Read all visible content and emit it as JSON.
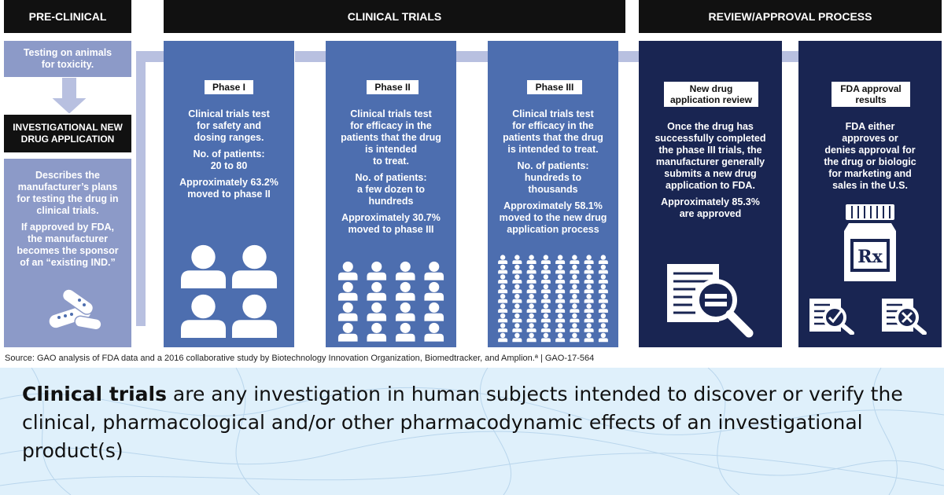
{
  "headers": {
    "preclinical": "PRE-CLINICAL",
    "clinical": "CLINICAL TRIALS",
    "review": "REVIEW/APPROVAL PROCESS"
  },
  "preclinical": {
    "testing": [
      "Testing on animals",
      "for toxicity."
    ],
    "ind_title": [
      "INVESTIGATIONAL NEW",
      "DRUG APPLICATION"
    ],
    "describes": [
      "Describes the",
      "manufacturer’s plans",
      "for testing the drug in",
      "clinical trials."
    ],
    "approved": [
      "If approved by FDA,",
      "the manufacturer",
      "becomes the sponsor",
      "of an “existing IND.”"
    ]
  },
  "phase1": {
    "title": "Phase I",
    "desc": [
      "Clinical trials test",
      "for safety and",
      "dosing ranges."
    ],
    "patients": [
      "No. of patients:",
      "20 to 80"
    ],
    "moved": [
      "Approximately 63.2%",
      "moved to phase II"
    ]
  },
  "phase2": {
    "title": "Phase II",
    "desc": [
      "Clinical trials test",
      "for efficacy in the",
      "patients that the drug",
      "is intended",
      "to treat."
    ],
    "patients": [
      "No. of patients:",
      "a few dozen to",
      "hundreds"
    ],
    "moved": [
      "Approximately 30.7%",
      "moved to phase III"
    ]
  },
  "phase3": {
    "title": "Phase III",
    "desc": [
      "Clinical trials test",
      "for efficacy in the",
      "patients that the drug",
      "is intended to treat."
    ],
    "patients": [
      "No. of patients:",
      "hundreds to",
      "thousands"
    ],
    "moved": [
      "Approximately 58.1%",
      "moved to the new drug",
      "application process"
    ]
  },
  "nda": {
    "title": [
      "New drug",
      "application review"
    ],
    "desc": [
      "Once the drug has",
      "successfully completed",
      "the phase III trials, the",
      "manufacturer generally",
      "submits a new drug",
      "application to FDA."
    ],
    "approved": [
      "Approximately 85.3%",
      "are approved"
    ]
  },
  "fda": {
    "title": [
      "FDA approval",
      "results"
    ],
    "desc": [
      "FDA either",
      "approves or",
      "denies approval for",
      "the drug or biologic",
      "for marketing and",
      "sales in the U.S."
    ],
    "rx": "Rx"
  },
  "source": "Source: GAO analysis of FDA data and a 2016 collaborative study by Biotechnology Innovation Organization, Biomedtracker, and Amplion.ª  |  GAO-17-564",
  "caption": {
    "bold": "Clinical trials",
    "rest": " are any investigation in human subjects intended to discover or verify the clinical, pharmacological and/or other pharmacodynamic effects of an investigational product(s)"
  },
  "colors": {
    "header": "#111111",
    "light_panel": "#8c9ac8",
    "mid_panel": "#4d6eaf",
    "dark_panel": "#192552",
    "arrow": "#b8c0e0",
    "caption_bg": "#dff0fb"
  },
  "icons": [
    "pills-icon",
    "person-icon",
    "document-magnifier-icon",
    "rx-bottle-icon",
    "approve-check-icon",
    "deny-x-icon"
  ]
}
